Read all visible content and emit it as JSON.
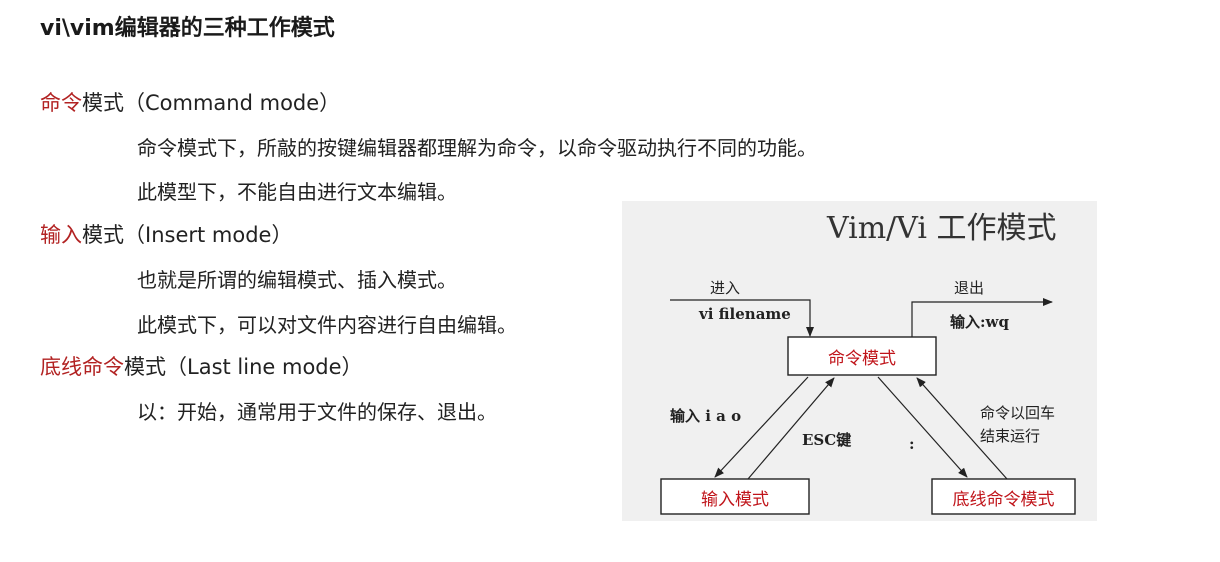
{
  "title": "vi\\vim编辑器的三种工作模式",
  "modes": [
    {
      "accent": "命令",
      "rest": "模式（Command mode）",
      "lines": [
        "命令模式下，所敲的按键编辑器都理解为命令，以命令驱动执行不同的功能。",
        "此模型下，不能自由进行文本编辑。"
      ]
    },
    {
      "accent": "输入",
      "rest": "模式（Insert mode）",
      "lines": [
        "也就是所谓的编辑模式、插入模式。",
        "此模式下，可以对文件内容进行自由编辑。"
      ]
    },
    {
      "accent": "底线命令",
      "rest": "模式（Last line mode）",
      "lines": [
        "以：开始，通常用于文件的保存、退出。"
      ]
    }
  ],
  "diagram": {
    "title": "Vim/Vi 工作模式",
    "enter_label": "进入",
    "enter_cmd": "vi filename",
    "exit_label": "退出",
    "exit_cmd": "输入:wq",
    "box_command": "命令模式",
    "box_insert": "输入模式",
    "box_lastline": "底线命令模式",
    "to_insert": "输入 i a o",
    "esc": "ESC键",
    "colon": ":",
    "back_line1": "命令以回车",
    "back_line2": "结束运行"
  },
  "colors": {
    "accent": "#b22222",
    "box_text": "#c0141a",
    "diagram_bg": "#f0f0f0"
  }
}
